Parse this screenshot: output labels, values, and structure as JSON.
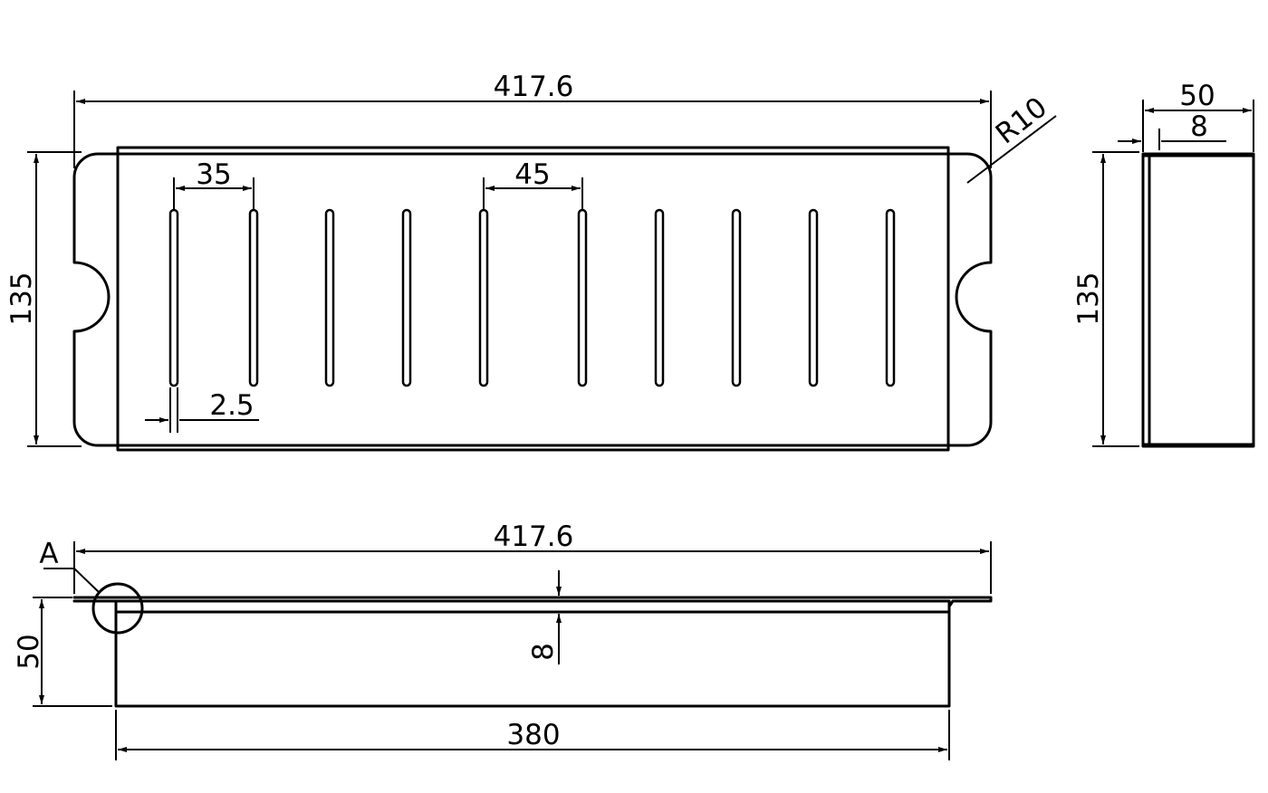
{
  "top_view": {
    "overall_length": "417.6",
    "height": "135",
    "corner_radius": "R10",
    "slot_spacing_outer": "35",
    "slot_spacing_inner": "45",
    "slot_width": "2.5",
    "slot_count": 10
  },
  "side_view": {
    "depth": "50",
    "flange_thickness": "8",
    "height": "135"
  },
  "front_view": {
    "overall_length": "417.6",
    "detail_label": "A",
    "height": "50",
    "flange_thickness": "8",
    "base_length": "380"
  }
}
